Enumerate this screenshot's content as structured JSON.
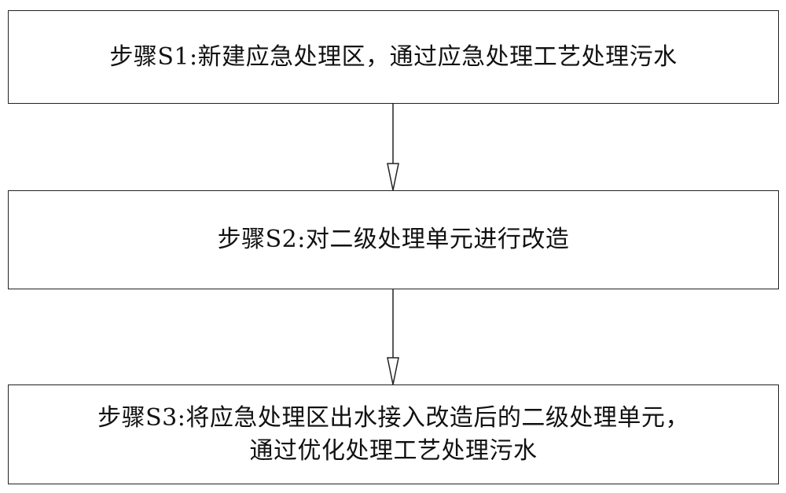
{
  "diagram": {
    "steps": [
      {
        "id": "S1",
        "lines": [
          "步骤S1:新建应急处理区，通过应急处理工艺处理污水"
        ]
      },
      {
        "id": "S2",
        "lines": [
          "步骤S2:对二级处理单元进行改造"
        ]
      },
      {
        "id": "S3",
        "lines": [
          "步骤S3:将应急处理区出水接入改造后的二级处理单元，",
          "通过优化处理工艺处理污水"
        ]
      }
    ],
    "colors": {
      "stroke": "#222222",
      "text": "#111111",
      "background": "#ffffff"
    }
  }
}
